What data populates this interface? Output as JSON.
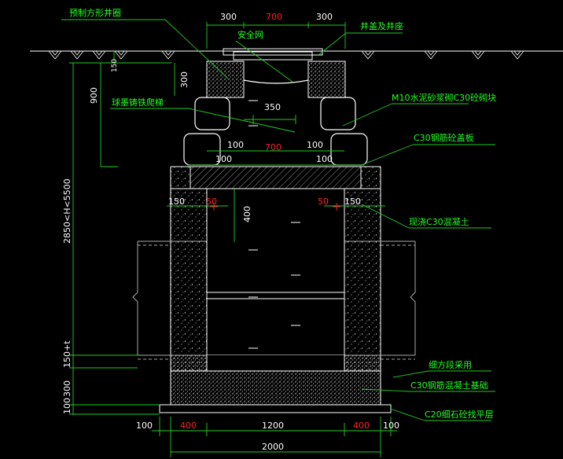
{
  "colors": {
    "background": "#000000",
    "dim_line": "#22cc22",
    "dim_text": "#ffffff",
    "dim_text_red": "#ff2222",
    "leader": "#22cc22",
    "label": "#22ff22",
    "outline": "#ffffff",
    "pipe": "#aaaaaa"
  },
  "labels": {
    "precast_frame": "预制方形井圈",
    "cover_seat": "井盖及井座",
    "safety_net": "安全网",
    "ladder": "球墨铸铁爬梯",
    "masonry": "M10水泥砂浆砌C30砼砌块",
    "cover_slab": "C30钢筋砼盖板",
    "cast_concrete": "现浇C30混凝土",
    "rubble": "细方段采用",
    "base": "C30钢筋混凝土基础",
    "cushion": "C20细石砼找平层"
  },
  "dims": {
    "top_left": "300",
    "top_mid": "700",
    "top_right": "300",
    "frame_h": "300",
    "upper_h": "900",
    "ground_gap": "150",
    "ladder_w": "350",
    "mid_left": "100",
    "mid_mid": "700",
    "mid_right": "100",
    "slab_left": "100",
    "slab_right": "100",
    "wall_l150": "150",
    "wall_l50": "50",
    "wall_r50": "50",
    "wall_r150": "150",
    "inner_400": "400",
    "total_h": "2850<H<5500",
    "pipe_h": "150+t",
    "base_h": "300",
    "cushion_h": "100",
    "bot_100a": "100",
    "bot_400a": "400",
    "bot_1200": "1200",
    "bot_400b": "400",
    "bot_100b": "100",
    "bot_2000": "2000"
  }
}
